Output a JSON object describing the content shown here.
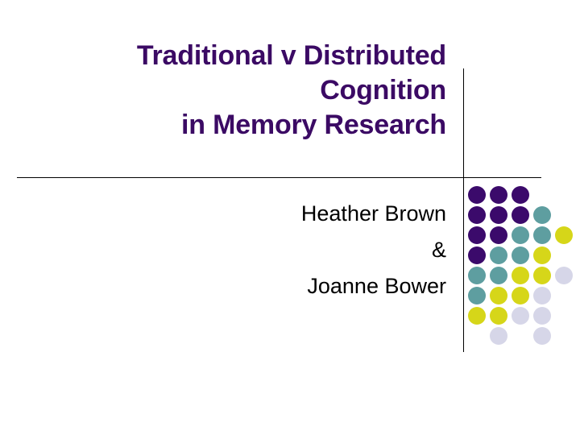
{
  "slide": {
    "background_color": "#FFFFFF",
    "title": {
      "color": "#3B0A64",
      "align": "right",
      "lines": [
        "Traditional v Distributed",
        "Cognition",
        "in Memory Research"
      ]
    },
    "subtitle": {
      "color": "#000000",
      "align": "right",
      "lines": [
        "Heather Brown",
        "&",
        "Joanne Bower"
      ]
    },
    "rules": {
      "horizontal_color": "#000000",
      "vertical_color": "#000000"
    },
    "decoration": {
      "name": "dot-grid",
      "rows": 8,
      "columns": 5,
      "palette": {
        "purple": "#3B0A6B",
        "teal": "#5E9EA0",
        "yellow": "#D6D619",
        "pale": "#D6D6E8"
      },
      "cells": [
        [
          "purple",
          "purple",
          "purple",
          "none",
          "none"
        ],
        [
          "purple",
          "purple",
          "purple",
          "teal",
          "none"
        ],
        [
          "purple",
          "purple",
          "teal",
          "teal",
          "yellow"
        ],
        [
          "purple",
          "teal",
          "teal",
          "yellow",
          "none"
        ],
        [
          "teal",
          "teal",
          "yellow",
          "yellow",
          "pale"
        ],
        [
          "teal",
          "yellow",
          "yellow",
          "pale",
          "none"
        ],
        [
          "yellow",
          "yellow",
          "pale",
          "pale",
          "none"
        ],
        [
          "none",
          "pale",
          "none",
          "pale",
          "none"
        ]
      ]
    }
  }
}
